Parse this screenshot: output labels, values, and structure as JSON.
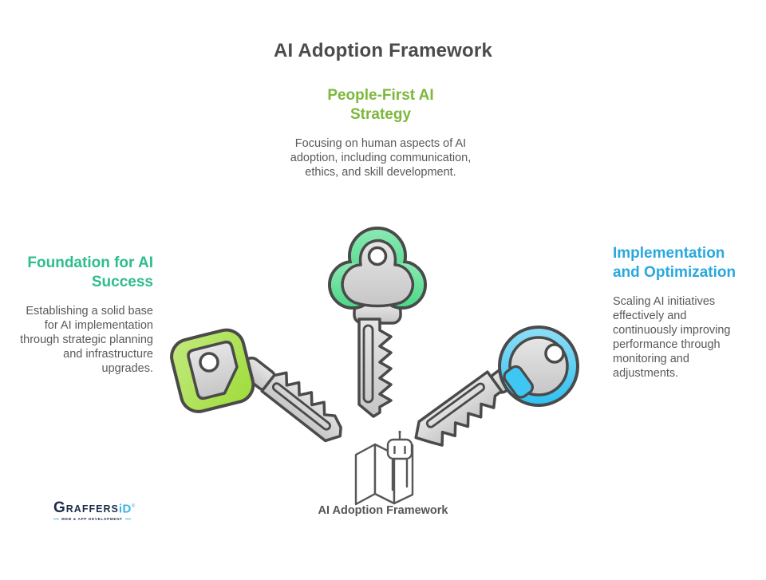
{
  "title": "AI Adoption Framework",
  "sections": {
    "top": {
      "heading": "People-First AI Strategy",
      "body": "Focusing on human aspects of AI adoption, including communication, ethics, and skill development."
    },
    "left": {
      "heading": "Foundation for AI Success",
      "body": "Establishing a solid base for AI implementation through strategic planning and infrastructure upgrades."
    },
    "right": {
      "heading": "Implementation and Optimization",
      "body": "Scaling AI initiatives effectively and continuously improving performance through monitoring and adjustments."
    }
  },
  "diagram": {
    "caption": "AI Adoption Framework",
    "keys": [
      {
        "id": "left-key",
        "accent_color": "#a9df45",
        "linked_section": "Foundation for AI Success"
      },
      {
        "id": "center-key",
        "accent_color": "#5cdd94",
        "linked_section": "People-First AI Strategy"
      },
      {
        "id": "right-key",
        "accent_color": "#42c6f2",
        "linked_section": "Implementation and Optimization"
      }
    ],
    "icons": [
      "map-icon",
      "robot-icon",
      "key-icon"
    ]
  },
  "logo": {
    "brand_main": "GRAFFERS",
    "brand_accent": "iD",
    "registered_mark": "®",
    "tagline": "WEB & APP DEVELOPMENT"
  },
  "colors": {
    "title_text": "#4b4b4b",
    "body_text": "#595959",
    "heading_top_green": "#7cb83b",
    "heading_left_teal": "#2ebd8c",
    "heading_right_blue": "#29a8df",
    "key_outline": "#4a4a4a",
    "key_metal_gray": "#d2d2d2",
    "logo_navy": "#1d2b4a",
    "logo_cyan": "#39b4e4"
  }
}
